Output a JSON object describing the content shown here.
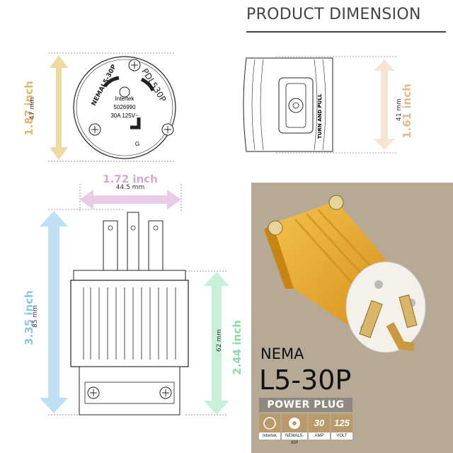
{
  "header": {
    "title": "PRODUCT DIMENSION"
  },
  "dimensions": {
    "face_height": {
      "inch": "1.87 inch",
      "mm": "47 mm",
      "color": "#f0d9a0"
    },
    "side_height": {
      "inch": "1.61 inch",
      "mm": "41 mm",
      "color": "#f6e4d4"
    },
    "blade_width": {
      "inch": "1.72 inch",
      "mm": "44.5 mm",
      "color": "#e8cce6"
    },
    "total_length": {
      "inch": "3.35 inch",
      "mm": "85 mm",
      "color": "#bfe0f3"
    },
    "body_length": {
      "inch": "2.44 inch",
      "mm": "62 mm",
      "color": "#c8f0d6"
    }
  },
  "face_labels": {
    "left_arc": "NEMAL5-30P",
    "right_arc": "PDL530P",
    "certifier": "Intertek",
    "serial": "5026990",
    "rating": "30A 125V~",
    "ground": "G"
  },
  "side_label": "TURN AND PULL",
  "product": {
    "nema": "NEMA",
    "model": "L5-30P",
    "type": "POWER PLUG",
    "badges": [
      {
        "value": "",
        "label": "Intertek"
      },
      {
        "value": "",
        "label": "NEMAL5-30P"
      },
      {
        "value": "30",
        "label": "AMP"
      },
      {
        "value": "125",
        "label": "VOLT"
      }
    ]
  },
  "colors": {
    "panel": "#b6aa97",
    "plug_yellow": "#e8a92c",
    "text_dark": "#444444"
  }
}
